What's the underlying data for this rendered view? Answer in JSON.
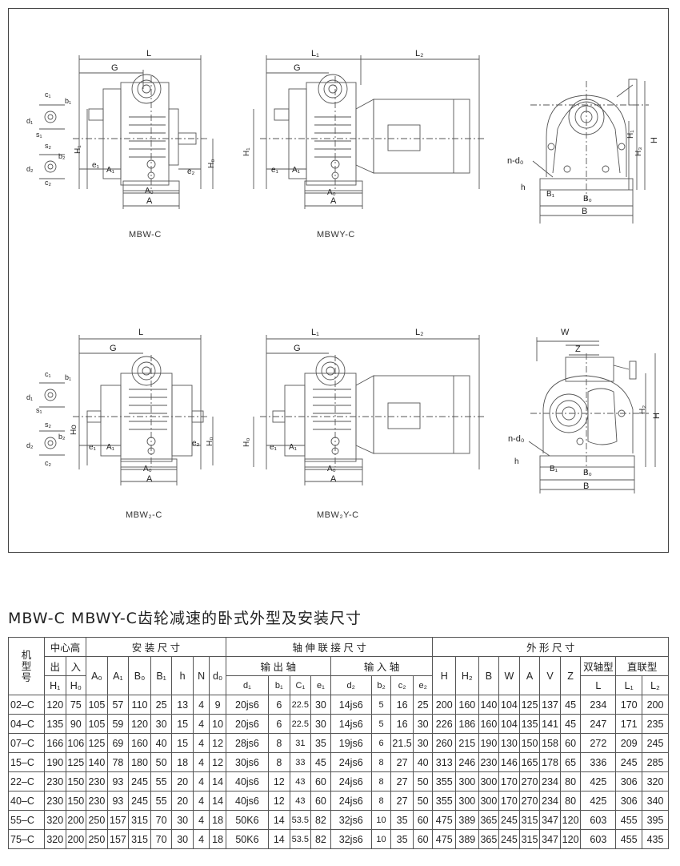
{
  "captions": {
    "d1": "MBW-C",
    "d2": "MBWY-C",
    "d4": "MBW₂-C",
    "d5": "MBW₂Y-C"
  },
  "labels": {
    "L": "L",
    "G": "G",
    "L1": "L₁",
    "L2": "L₂",
    "A": "A",
    "A0": "A₀",
    "A1": "A₁",
    "e1": "e₁",
    "e2": "e₂",
    "H": "H",
    "H0": "H₀",
    "H1": "H₁",
    "H2": "H₂",
    "H3": "H₃",
    "Ho": "Ho",
    "B": "B",
    "B0": "B₀",
    "B1": "B₁",
    "h": "h",
    "n_d0": "n-d₀",
    "c1": "c₁",
    "b1": "b₁",
    "d1": "d₁",
    "s1": "s₁",
    "c2": "c₂",
    "b2": "b₂",
    "d2": "d₂",
    "s2": "s₂",
    "W": "W",
    "Z": "Z"
  },
  "title": "MBW-C MBWY-C齿轮减速的卧式外型及安装尺寸",
  "table": {
    "h_model": "机\n型\n号",
    "h_center": "中心高",
    "h_install": "安 装 尺 寸",
    "h_shaft": "轴 伸 联 接 尺 寸",
    "h_outline": "外 形 尺 寸",
    "h_out": "出",
    "h_in": "入",
    "h_out_shaft": "输 出 轴",
    "h_in_shaft": "输 入 轴",
    "h_double": "双轴型",
    "h_direct": "直联型",
    "cols": [
      "H₁",
      "H₀",
      "A₀",
      "A₁",
      "B₀",
      "B₁",
      "h",
      "N",
      "d₀",
      "d₁",
      "b₁",
      "C₁",
      "e₁",
      "d₂",
      "b₂",
      "c₂",
      "e₂",
      "H",
      "H₂",
      "B",
      "W",
      "A",
      "V",
      "Z",
      "L",
      "L₁",
      "L₂"
    ],
    "rows": [
      [
        "02–C",
        "120",
        "75",
        "105",
        "57",
        "110",
        "25",
        "13",
        "4",
        "9",
        "20js6",
        "6",
        "22.5",
        "30",
        "14js6",
        "5",
        "16",
        "25",
        "200",
        "160",
        "140",
        "104",
        "125",
        "137",
        "45",
        "234",
        "170",
        "200"
      ],
      [
        "04–C",
        "135",
        "90",
        "105",
        "59",
        "120",
        "30",
        "15",
        "4",
        "10",
        "20js6",
        "6",
        "22.5",
        "30",
        "14js6",
        "5",
        "16",
        "30",
        "226",
        "186",
        "160",
        "104",
        "135",
        "141",
        "45",
        "247",
        "171",
        "235"
      ],
      [
        "07–C",
        "166",
        "106",
        "125",
        "69",
        "160",
        "40",
        "15",
        "4",
        "12",
        "28js6",
        "8",
        "31",
        "35",
        "19js6",
        "6",
        "21.5",
        "30",
        "260",
        "215",
        "190",
        "130",
        "150",
        "158",
        "60",
        "272",
        "209",
        "245"
      ],
      [
        "15–C",
        "190",
        "125",
        "140",
        "78",
        "180",
        "50",
        "18",
        "4",
        "12",
        "30js6",
        "8",
        "33",
        "45",
        "24js6",
        "8",
        "27",
        "40",
        "313",
        "246",
        "230",
        "146",
        "165",
        "178",
        "65",
        "336",
        "245",
        "285"
      ],
      [
        "22–C",
        "230",
        "150",
        "230",
        "93",
        "245",
        "55",
        "20",
        "4",
        "14",
        "40js6",
        "12",
        "43",
        "60",
        "24js6",
        "8",
        "27",
        "50",
        "355",
        "300",
        "300",
        "170",
        "270",
        "234",
        "80",
        "425",
        "306",
        "320"
      ],
      [
        "40–C",
        "230",
        "150",
        "230",
        "93",
        "245",
        "55",
        "20",
        "4",
        "14",
        "40js6",
        "12",
        "43",
        "60",
        "24js6",
        "8",
        "27",
        "50",
        "355",
        "300",
        "300",
        "170",
        "270",
        "234",
        "80",
        "425",
        "306",
        "340"
      ],
      [
        "55–C",
        "320",
        "200",
        "250",
        "157",
        "315",
        "70",
        "30",
        "4",
        "18",
        "50K6",
        "14",
        "53.5",
        "82",
        "32js6",
        "10",
        "35",
        "60",
        "475",
        "389",
        "365",
        "245",
        "315",
        "347",
        "120",
        "603",
        "455",
        "395"
      ],
      [
        "75–C",
        "320",
        "200",
        "250",
        "157",
        "315",
        "70",
        "30",
        "4",
        "18",
        "50K6",
        "14",
        "53.5",
        "82",
        "32js6",
        "10",
        "35",
        "60",
        "475",
        "389",
        "365",
        "245",
        "315",
        "347",
        "120",
        "603",
        "455",
        "435"
      ]
    ]
  }
}
